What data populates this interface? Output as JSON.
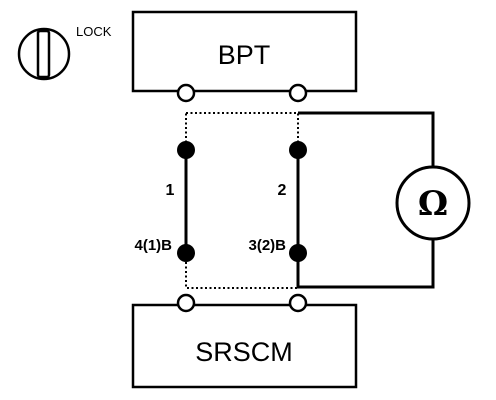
{
  "lock_switch": {
    "label": "LOCK",
    "icon": "ignition-key-icon"
  },
  "connector_top": {
    "label": "BPT"
  },
  "connector_bottom": {
    "label": "SRSCM"
  },
  "wires": [
    {
      "label": "1",
      "pin": "4(1)B"
    },
    {
      "label": "2",
      "pin": "3(2)B"
    }
  ],
  "meter": {
    "symbol": "Ω",
    "icon": "ohmmeter-icon"
  },
  "colors": {
    "line": "#000000",
    "background": "#ffffff"
  }
}
